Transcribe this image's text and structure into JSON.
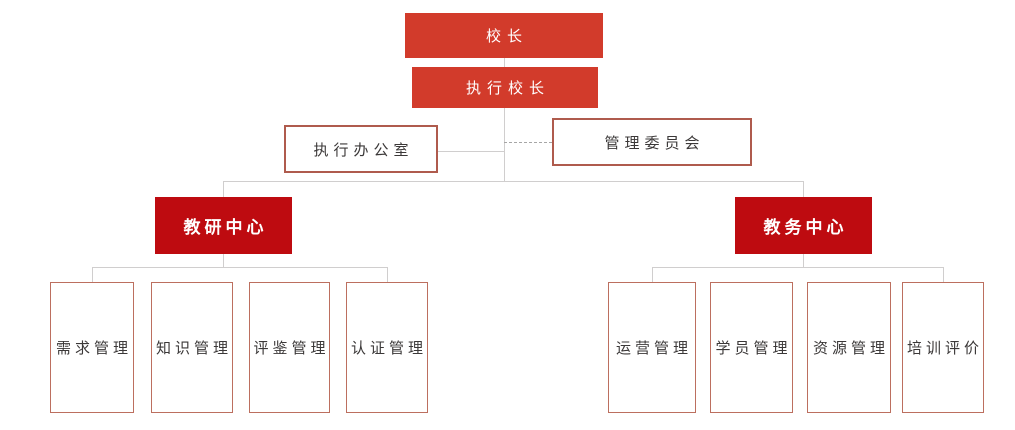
{
  "colors": {
    "primary_red": "#D23B2B",
    "dark_red": "#BE0B10",
    "outline_box_border": "#AF5B4D",
    "child_box_border": "#BC6F5F",
    "connector_gray": "#D0CECE",
    "dashed_connector_gray": "#A6A6A6",
    "text_dark": "#3B3838",
    "text_white": "#FFFFFF"
  },
  "nodes": {
    "principal": "校长",
    "executive_principal": "执行校长",
    "executive_office": "执行办公室",
    "management_committee": "管理委员会",
    "teaching_research_center": "教研中心",
    "academic_affairs_center": "教务中心",
    "teaching_research_departments": [
      "需求管理",
      "知识管理",
      "评鉴管理",
      "认证管理"
    ],
    "academic_affairs_departments": [
      "运营管理",
      "学员管理",
      "资源管理",
      "培训评价"
    ]
  }
}
